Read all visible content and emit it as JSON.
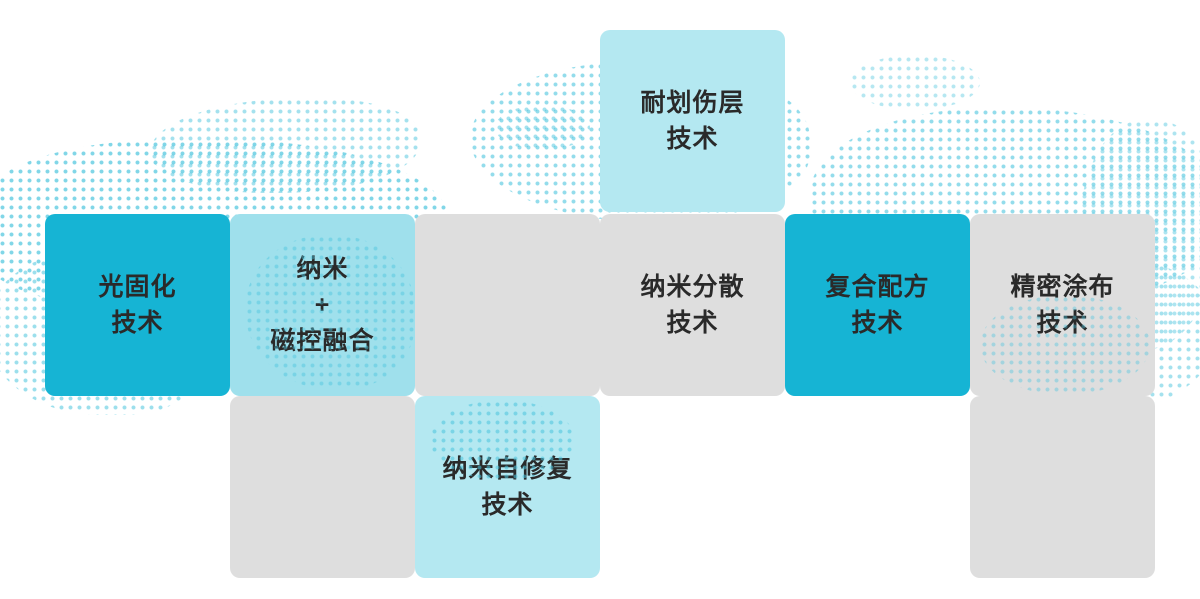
{
  "colors": {
    "cyan": "#16b4d4",
    "light_cyan": "#9fe0ec",
    "pale_cyan": "#b4e8f1",
    "gray": "#dedede",
    "text": "#2a2a2a",
    "dot": "#4cc5de"
  },
  "tiles": {
    "uv_curing": "光固化\n技术",
    "nano_magnetron_fusion": "纳米\n+\n磁控融合",
    "nano_dispersion": "纳米分散\n技术",
    "composite_formula": "复合配方\n技术",
    "precision_coating": "精密涂布\n技术",
    "scratch_resistant_layer": "耐划伤层\n技术",
    "nano_self_healing": "纳米自修复\n技术"
  }
}
